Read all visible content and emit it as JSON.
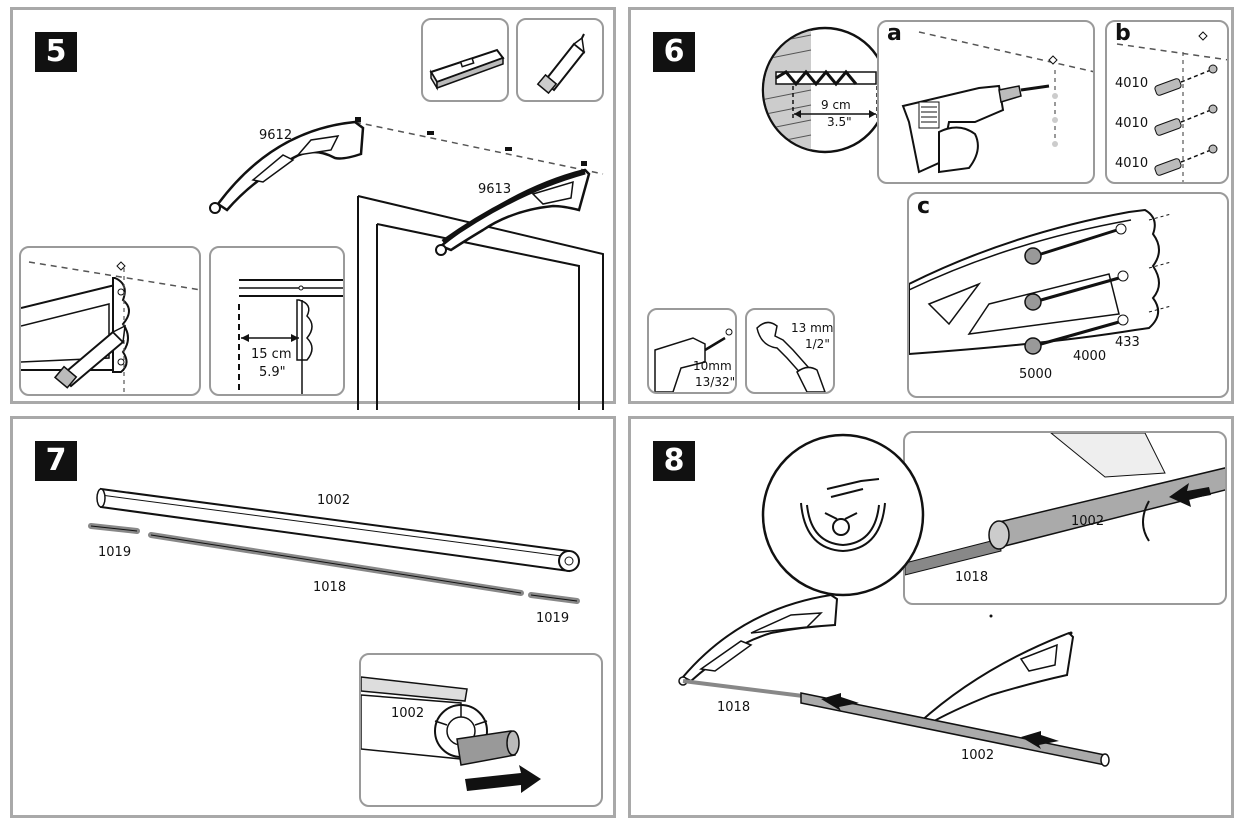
{
  "steps": [
    {
      "number": "5",
      "parts": {
        "bracket_left": "9612",
        "bracket_right": "9613"
      },
      "measurement": {
        "metric": "15 cm",
        "imperial": "5.9\""
      },
      "tools": [
        "spirit-level",
        "pencil"
      ]
    },
    {
      "number": "6",
      "sub_labels": {
        "a": "a",
        "b": "b",
        "c": "c"
      },
      "drill_depth": {
        "metric": "9 cm",
        "imperial": "3.5\""
      },
      "plugs": [
        "4010",
        "4010",
        "4010"
      ],
      "hardware": {
        "washer": "433",
        "screw": "4000",
        "cap": "5000"
      },
      "drill_bit": {
        "metric": "10mm",
        "imperial": "13/32\""
      },
      "wrench": {
        "metric": "13 mm",
        "imperial": "1/2\""
      }
    },
    {
      "number": "7",
      "parts": {
        "profile": "1002",
        "rod_short_left": "1019",
        "rod_long": "1018",
        "rod_short_right": "1019"
      },
      "detail_profile": "1002"
    },
    {
      "number": "8",
      "detail": {
        "profile": "1002",
        "rod": "1018"
      },
      "main": {
        "rod": "1018",
        "profile": "1002"
      }
    }
  ]
}
